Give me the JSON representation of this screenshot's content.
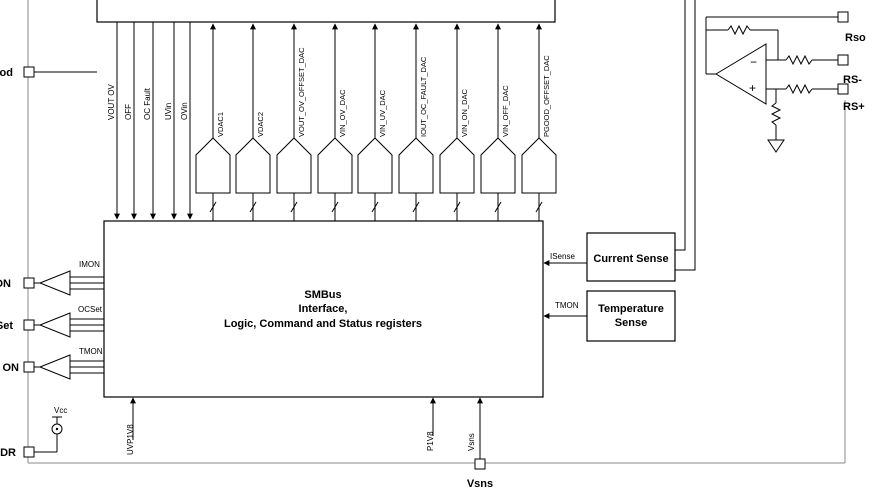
{
  "main_block": {
    "lines": [
      "SMBus",
      "Interface,",
      "Logic, Command and Status registers"
    ]
  },
  "top_outputs": [
    "VOUT OV",
    "OFF",
    "OC Fault",
    "UVin",
    "OVin"
  ],
  "dacs": [
    "VDAC1",
    "VDAC2",
    "VOUT_OV_OFFSET_DAC",
    "VIN_OV_DAC",
    "VIN_UV_DAC",
    "IOUT_OC_FAULT_DAC",
    "VIN_ON_DAC",
    "VIN_OFF_DAC",
    "PGOOD_OFFSET_DAC"
  ],
  "left_pins": {
    "pgood": "od",
    "imon_pin": "ON",
    "ocset_pin": "Set",
    "tmon_pin": "ON",
    "addr_pin": "DR"
  },
  "left_signals": {
    "imon": "IMON",
    "ocset": "OCSet",
    "tmon": "TMON"
  },
  "vcc_label": "Vcc",
  "bottom_signals": {
    "uvp": "UVP1V8",
    "p1v8": "P1V8",
    "vsns": "Vsns"
  },
  "vsns_pin": "Vsns",
  "current_sense": {
    "label": "Current Sense",
    "signal": "ISense"
  },
  "temperature_sense": {
    "line1": "Temperature",
    "line2": "Sense",
    "signal": "TMON"
  },
  "pins_right": {
    "rso": "Rso",
    "rs_minus": "RS-",
    "rs_plus": "RS+"
  },
  "opamp_signs": {
    "minus": "−",
    "plus": "+"
  }
}
